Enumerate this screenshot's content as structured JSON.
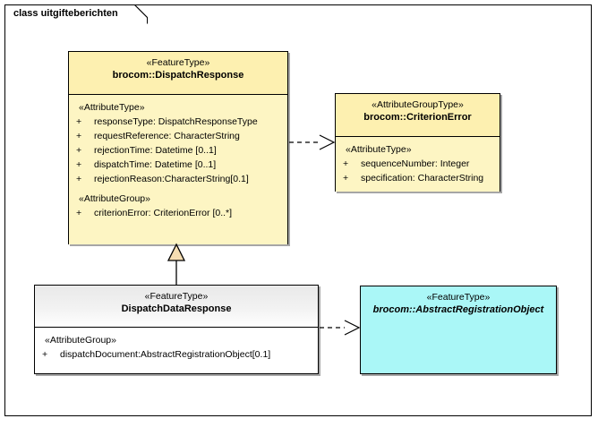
{
  "diagram": {
    "frame_label": "class uitgifteberichten",
    "background": "#ffffff"
  },
  "colors": {
    "feature_type_fill": "#fdf5c3",
    "feature_type_header": "#fdf0b0",
    "abstract_fill": "#aaf7f7",
    "plain_header": "#e9e9e9",
    "generalization_fill": "#f5ddb2",
    "line": "#000000"
  },
  "classes": {
    "dispatch_response": {
      "stereotype": "«FeatureType»",
      "name": "brocom::DispatchResponse",
      "sections": [
        {
          "group": "«AttributeType»",
          "attributes": [
            {
              "visibility": "+",
              "text": "responseType: DispatchResponseType"
            },
            {
              "visibility": "+",
              "text": "requestReference: CharacterString"
            },
            {
              "visibility": "+",
              "text": "rejectionTime: Datetime [0..1]"
            },
            {
              "visibility": "+",
              "text": "dispatchTime: Datetime [0..1]"
            },
            {
              "visibility": "+",
              "text": "rejectionReason:CharacterString[0.1]"
            }
          ]
        },
        {
          "group": "«AttributeGroup»",
          "attributes": [
            {
              "visibility": "+",
              "text": "criterionError: CriterionError [0..*]"
            }
          ]
        }
      ]
    },
    "criterion_error": {
      "stereotype": "«AttributeGroupType»",
      "name": "brocom::CriterionError",
      "sections": [
        {
          "group": "«AttributeType»",
          "attributes": [
            {
              "visibility": "+",
              "text": "sequenceNumber: Integer"
            },
            {
              "visibility": "+",
              "text": "specification: CharacterString"
            }
          ]
        }
      ]
    },
    "dispatch_data_response": {
      "stereotype": "«FeatureType»",
      "name": "DispatchDataResponse",
      "sections": [
        {
          "group": "«AttributeGroup»",
          "attributes": [
            {
              "visibility": "+",
              "text": "dispatchDocument:AbstractRegistrationObject[0.1]"
            }
          ]
        }
      ]
    },
    "abstract_registration_object": {
      "stereotype": "«FeatureType»",
      "name": "brocom::AbstractRegistrationObject",
      "sections": []
    }
  },
  "connectors": [
    {
      "id": "dispatchresponse-to-criterionerror",
      "type": "dependency",
      "style": "dashed-open-arrow",
      "from": "dispatch_response",
      "to": "criterion_error"
    },
    {
      "id": "dispatchdataresponse-to-dispatchresponse",
      "type": "generalization",
      "style": "solid-hollow-triangle",
      "from": "dispatch_data_response",
      "to": "dispatch_response"
    },
    {
      "id": "dispatchdataresponse-to-abstractregistrationobject",
      "type": "dependency",
      "style": "dashed-open-arrow",
      "from": "dispatch_data_response",
      "to": "abstract_registration_object"
    }
  ]
}
